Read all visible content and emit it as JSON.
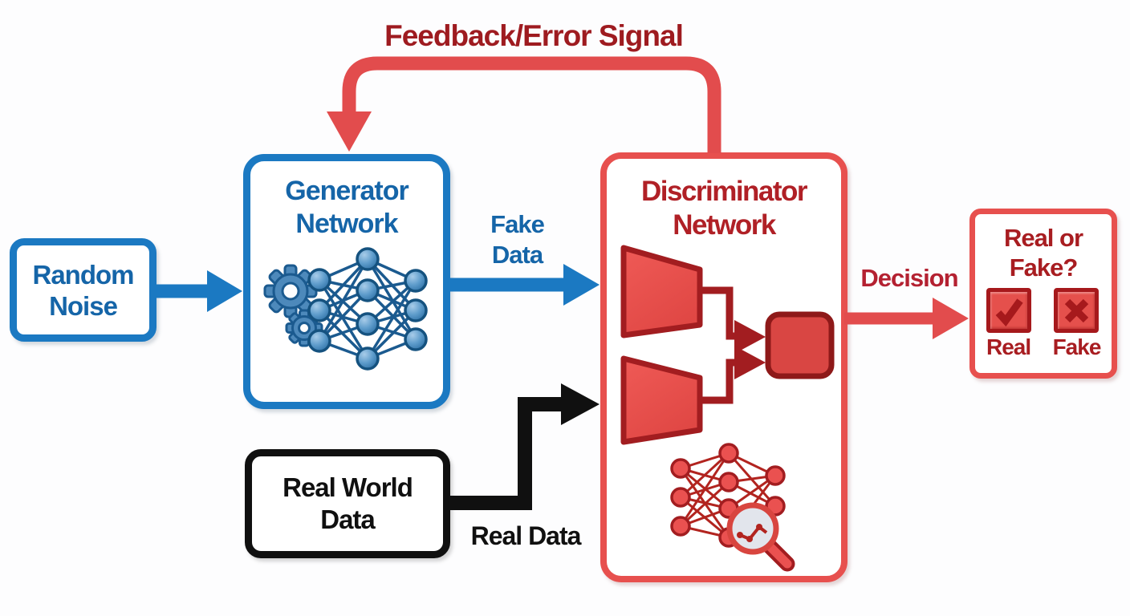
{
  "feedback": {
    "label": "Feedback/Error Signal"
  },
  "random_noise": {
    "line1": "Random",
    "line2": "Noise"
  },
  "generator": {
    "line1": "Generator",
    "line2": "Network"
  },
  "fake_data": {
    "line1": "Fake",
    "line2": "Data"
  },
  "real_world": {
    "line1": "Real World",
    "line2": "Data"
  },
  "real_data": {
    "label": "Real Data"
  },
  "discriminator": {
    "line1": "Discriminator",
    "line2": "Network"
  },
  "decision": {
    "label": "Decision"
  },
  "verdict": {
    "line1": "Real or",
    "line2": "Fake?",
    "real_label": "Real",
    "fake_label": "Fake"
  },
  "icons": {
    "gear-icon": "two blue cog wheels",
    "neural-network-icon": "blue 3-4-3 fully connected graph",
    "funnel-icon": "red right-pointing trapezoid (feature extractor)",
    "output-node": "red rounded square",
    "magnifier-network-icon": "red neural net inspected by magnifying glass with mini line chart",
    "check-icon": "dark red checkmark in red square",
    "cross-icon": "dark red X in red square",
    "arrow-icon": "thick flow arrows (blue, black, red)"
  },
  "colors": {
    "blue": "#1b79c2",
    "blue_text": "#1565a8",
    "red": "#e7504e",
    "red_dark": "#a21d20",
    "red_text": "#b02026",
    "feedback_text": "#9e1b20",
    "black": "#101010",
    "background": "#fdfdfe"
  }
}
